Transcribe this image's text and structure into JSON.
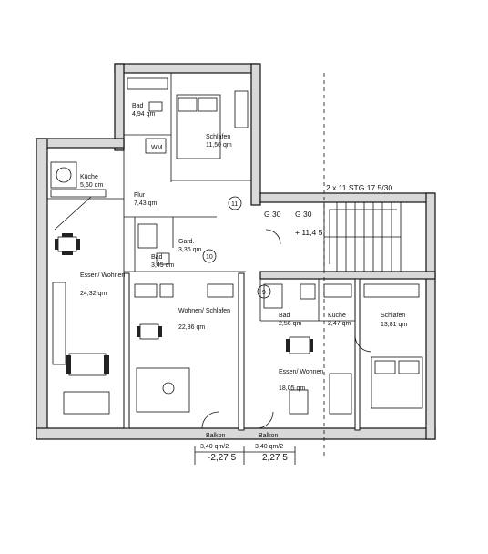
{
  "rooms": {
    "bad_top": {
      "name": "Bad",
      "area": "4,94 qm"
    },
    "wm": "WM",
    "schlafen_top": {
      "name": "Schlafen",
      "area": "11,50 qm"
    },
    "kueche_left": {
      "name": "Küche",
      "area": "5,60 qm"
    },
    "flur": {
      "name": "Flur",
      "area": "7,43 qm"
    },
    "gard": {
      "name": "Gard.",
      "area": "3,36 qm"
    },
    "bad_mid": {
      "name": "Bad",
      "area": "3,45 qm"
    },
    "essen_wohnen_left": {
      "name": "Essen/ Wohnen",
      "area": "24,32 qm"
    },
    "wohnen_schlafen": {
      "name": "Wohnen/ Schlafen",
      "area": "22,36 qm"
    },
    "bad_right": {
      "name": "Bad",
      "area": "2,56 qm"
    },
    "kueche_right": {
      "name": "Küche",
      "area": "2,47 qm"
    },
    "schlafen_right": {
      "name": "Schlafen",
      "area": "13,81 qm"
    },
    "essen_wohnen_right": {
      "name": "Essen/ Wohnen",
      "area": "18,05 qm"
    },
    "balkon_left": {
      "name": "Balkon",
      "area": "3,40 qm/2"
    },
    "balkon_right": {
      "name": "Balkon",
      "area": "3,40 qm/2"
    }
  },
  "markers": {
    "door_11": "11",
    "door_10": "10",
    "door_9": "9",
    "g30_a": "G 30",
    "g30_b": "G 30",
    "stair_label": "2 x 11 STG 17 5/30",
    "level": "+ 11,4 5",
    "dim_left": "-2,27 5",
    "dim_right": "2,27 5"
  }
}
